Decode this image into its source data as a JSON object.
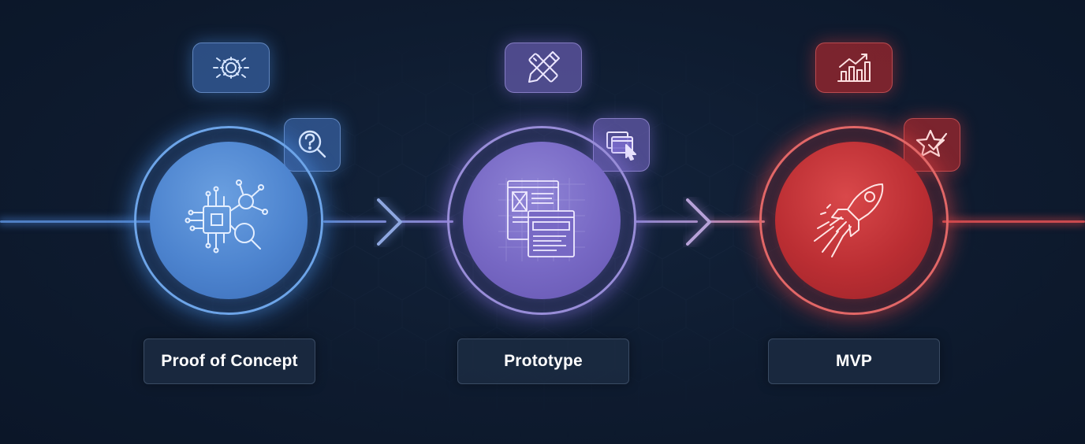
{
  "stages": [
    {
      "label": "Proof of Concept",
      "accent": "#4d84cf",
      "main_icon": "circuit-magnifier-icon",
      "top_icon": "gear-icon",
      "side_icon": "question-search-icon"
    },
    {
      "label": "Prototype",
      "accent": "#7768c4",
      "main_icon": "wireframe-windows-icon",
      "top_icon": "pencil-ruler-icon",
      "side_icon": "window-cursor-icon"
    },
    {
      "label": "MVP",
      "accent": "#bb2e33",
      "main_icon": "rocket-icon",
      "top_icon": "growth-chart-icon",
      "side_icon": "star-check-icon"
    }
  ],
  "connector_icon": "chevron-right-icon"
}
